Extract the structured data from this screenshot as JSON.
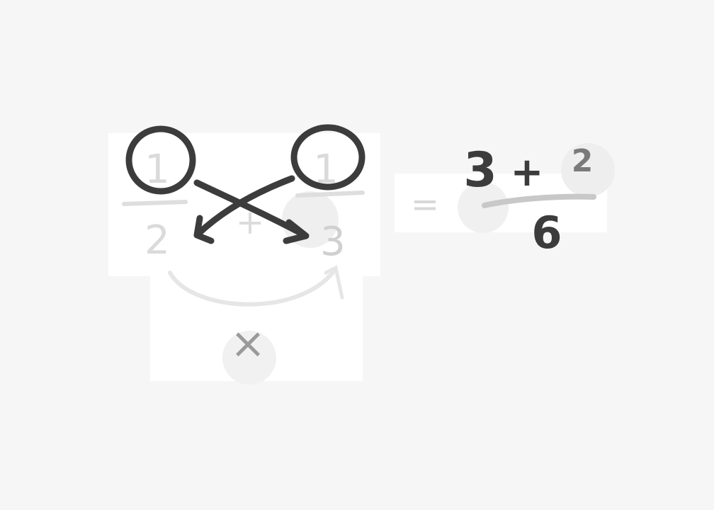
{
  "left_expression": {
    "first_fraction": {
      "numerator": "1",
      "denominator": "2"
    },
    "operator": "+",
    "second_fraction": {
      "numerator": "1",
      "denominator": "3"
    },
    "multiply_symbol": "×"
  },
  "result_expression": {
    "equals": "=",
    "numerator_left": "3",
    "plus": "+",
    "numerator_right": "2",
    "denominator": "6"
  },
  "colors": {
    "background": "#f6f6f6",
    "panel": "#ffffff",
    "ink_dark": "#3c3c3c",
    "ink_faint": "#dadada",
    "ink_mid": "#7a7a7a"
  }
}
